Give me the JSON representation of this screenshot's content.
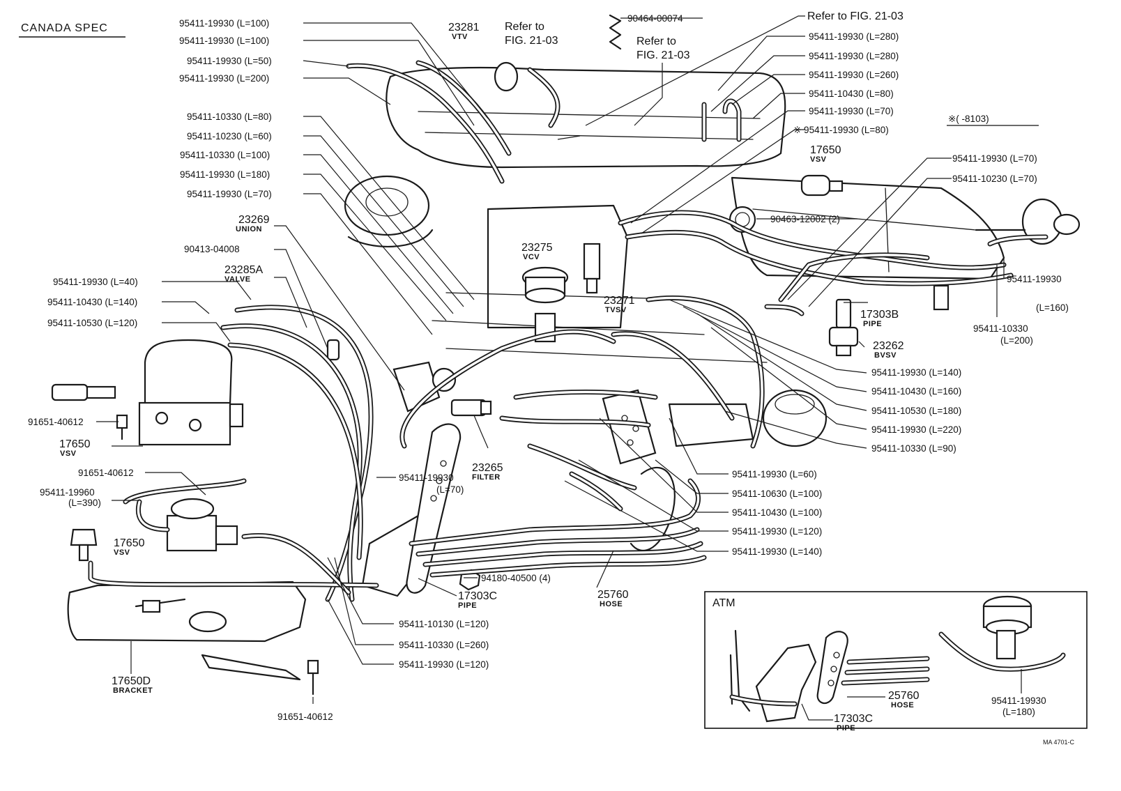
{
  "header": {
    "title": "CANADA SPEC",
    "serial_mark": "※(       -8103)"
  },
  "callouts": [
    {
      "text": "95411-19930 (L=100)"
    },
    {
      "text": "95411-19930 (L=100)"
    },
    {
      "text": "95411-19930 (L=50)"
    },
    {
      "text": "95411-19930 (L=200)"
    },
    {
      "text": "95411-10330 (L=80)"
    },
    {
      "text": "95411-10230 (L=60)"
    },
    {
      "text": "95411-10330 (L=100)"
    },
    {
      "text": "95411-19930 (L=180)"
    },
    {
      "text": "95411-19930 (L=70)"
    },
    {
      "text": "90413-04008"
    },
    {
      "text": "95411-19930 (L=40)"
    },
    {
      "text": "95411-10430 (L=140)"
    },
    {
      "text": "95411-10530 (L=120)"
    },
    {
      "text": "91651-40612"
    },
    {
      "text": "91651-40612"
    },
    {
      "text": "95411-19960"
    },
    {
      "text": "(L=390)"
    },
    {
      "text": "91651-40612"
    },
    {
      "text": "90464-00074"
    },
    {
      "text": "Refer to FIG. 21-03"
    },
    {
      "text": "95411-19930 (L=280)"
    },
    {
      "text": "95411-19930 (L=280)"
    },
    {
      "text": "95411-19930 (L=260)"
    },
    {
      "text": "95411-10430 (L=80)"
    },
    {
      "text": "95411-19930 (L=70)"
    },
    {
      "text": "※ 95411-19930 (L=80)"
    },
    {
      "text": "95411-19930 (L=70)"
    },
    {
      "text": "95411-10230 (L=70)"
    },
    {
      "text": "90463-12002 (2)"
    },
    {
      "text": "95411-19930"
    },
    {
      "text": "(L=160)"
    },
    {
      "text": "95411-10330"
    },
    {
      "text": "(L=200)"
    },
    {
      "text": "95411-19930 (L=140)"
    },
    {
      "text": "95411-10430 (L=160)"
    },
    {
      "text": "95411-10530 (L=180)"
    },
    {
      "text": "95411-19930 (L=220)"
    },
    {
      "text": "95411-10330 (L=90)"
    },
    {
      "text": "95411-19930 (L=60)"
    },
    {
      "text": "95411-10630 (L=100)"
    },
    {
      "text": "95411-10430 (L=100)"
    },
    {
      "text": "95411-19930 (L=120)"
    },
    {
      "text": "95411-19930 (L=140)"
    },
    {
      "text": "95411-19930"
    },
    {
      "text": "(L=70)"
    },
    {
      "text": "94180-40500 (4)"
    },
    {
      "text": "95411-10130 (L=120)"
    },
    {
      "text": "95411-10330 (L=260)"
    },
    {
      "text": "95411-19930 (L=120)"
    }
  ],
  "parts": [
    {
      "num": "23281",
      "name": "VTV"
    },
    {
      "num": "23269",
      "name": "UNION"
    },
    {
      "num": "23285A",
      "name": "VALVE"
    },
    {
      "num": "23275",
      "name": "VCV"
    },
    {
      "num": "23271",
      "name": "TVSV"
    },
    {
      "num": "17650",
      "name": "VSV"
    },
    {
      "num": "17650",
      "name": "VSV"
    },
    {
      "num": "17650",
      "name": "VSV"
    },
    {
      "num": "17303B",
      "name": "PIPE"
    },
    {
      "num": "23262",
      "name": "BVSV"
    },
    {
      "num": "23265",
      "name": "FILTER"
    },
    {
      "num": "17303C",
      "name": "PIPE"
    },
    {
      "num": "25760",
      "name": "HOSE"
    },
    {
      "num": "17650D",
      "name": "BRACKET"
    }
  ],
  "refer": [
    {
      "line1": "Refer to",
      "line2": "FIG. 21-03"
    },
    {
      "line1": "Refer to",
      "line2": "FIG. 21-03"
    }
  ],
  "inset": {
    "title": "ATM",
    "hose": {
      "num": "25760",
      "name": "HOSE"
    },
    "pipe": {
      "num": "17303C",
      "name": "PIPE"
    },
    "callout_line1": "95411-19930",
    "callout_line2": "(L=180)"
  },
  "footer": {
    "code": "MA 4701-C"
  }
}
